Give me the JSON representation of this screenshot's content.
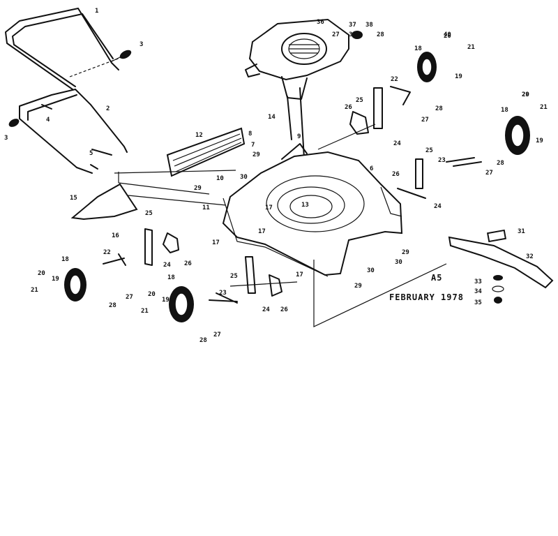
{
  "caption": {
    "section": "A5",
    "date": "FEBRUARY 1978"
  },
  "labels": {
    "handle_upper": "1",
    "handle_lower": "2",
    "knob_left": "3",
    "knob_right": "3",
    "cable_clip": "4",
    "bolt_handle": "5",
    "deck": "6",
    "bracket_7": "7",
    "screw_8": "8",
    "bracket_9": "9",
    "cover_10": "10",
    "nut_11": "11",
    "guard_12": "12",
    "screw_13": "13",
    "spring_14": "14",
    "chute_15": "15",
    "bolt_16": "16",
    "bolt_17a": "17",
    "bolt_17b": "17",
    "bolt_17c": "17",
    "bolt_17d": "17",
    "wheel_rear_left": "18",
    "wheel_front_left": "18",
    "wheel_rear_right": "18",
    "wheel_front_right": "18",
    "washer_19a": "19",
    "washer_19b": "19",
    "washer_19c": "19",
    "washer_19d": "19",
    "spring_20a": "20",
    "spring_20b": "20",
    "spring_20c": "20",
    "spring_20d": "20",
    "nut_21a": "21",
    "nut_21b": "21",
    "nut_21c": "21",
    "nut_21d": "21",
    "axle_22a": "22",
    "axle_22b": "22",
    "axle_23a": "23",
    "axle_23b": "23",
    "plate_24a": "24",
    "plate_24b": "24",
    "plate_24c": "24",
    "plate_24d": "24",
    "lever_25a": "25",
    "lever_25b": "25",
    "lever_25c": "25",
    "lever_25d": "25",
    "plate_26a": "26",
    "plate_26b": "26",
    "plate_26c": "26",
    "plate_26d": "26",
    "washer_27a": "27",
    "washer_27b": "27",
    "washer_27c": "27",
    "washer_27d": "27",
    "washer_27e": "27",
    "bolt_28a": "28",
    "bolt_28b": "28",
    "bolt_28c": "28",
    "bolt_28d": "28",
    "bolt_28e": "28",
    "nut_29a": "29",
    "nut_29b": "29",
    "nut_29c": "29",
    "nut_29d": "29",
    "nut_29e": "29",
    "washer_30a": "30",
    "washer_30b": "30",
    "washer_30c": "30",
    "adapter_31": "31",
    "blade_32": "32",
    "washer_33": "33",
    "washer_34": "34",
    "bolt_35": "35",
    "engine_36": "36",
    "spring_37": "37",
    "knob_38": "38",
    "nut_39": "39",
    "wheel_40": "40"
  }
}
